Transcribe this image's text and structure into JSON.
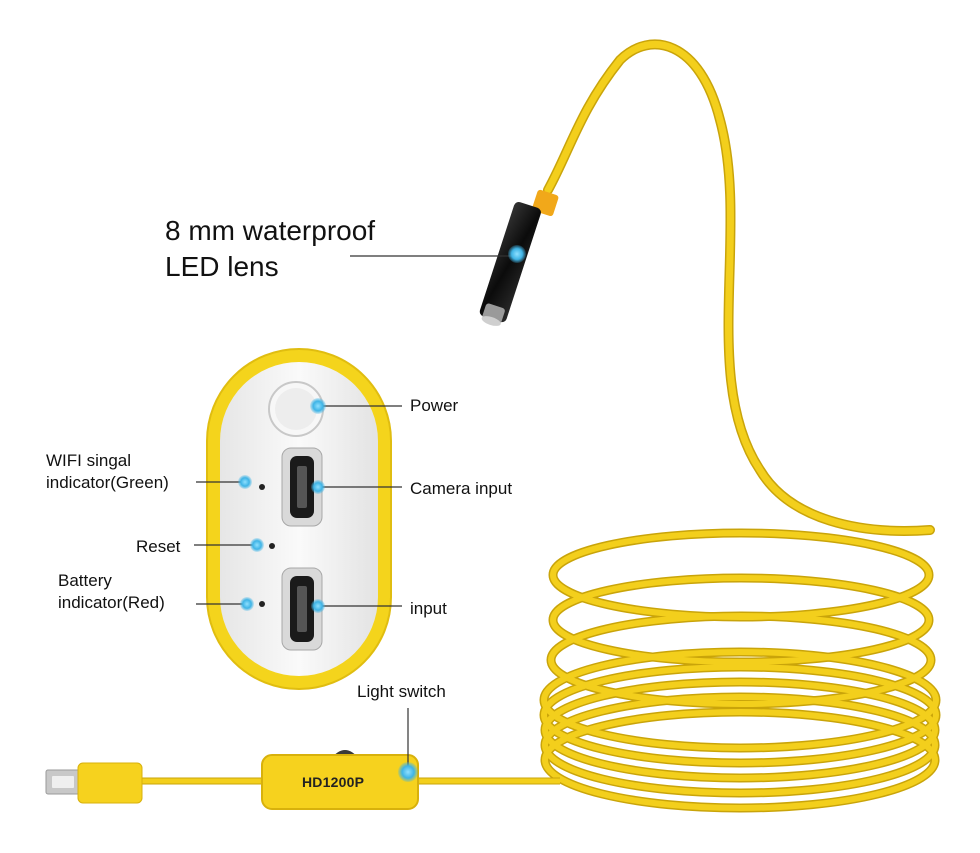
{
  "labels": {
    "lens_line1": "8 mm waterproof",
    "lens_line2": "LED lens",
    "power": "Power",
    "wifi_line1": "WIFI singal",
    "wifi_line2": "indicator(Green)",
    "camera_input": "Camera input",
    "reset": "Reset",
    "battery_line1": "Battery",
    "battery_line2": "indicator(Red)",
    "input": "input",
    "light_switch": "Light switch",
    "model_tag": "HD1200P"
  },
  "colors": {
    "cable_yellow": "#f3cf1c",
    "cable_shadow": "#c9a40a",
    "highlight_dot": "#3fb4e6",
    "device_face": "#f2f2f2",
    "lens_body": "#111111"
  },
  "icons": [
    "power-button-icon",
    "hdmi-port-icon",
    "micro-usb-plug-icon",
    "led-lens-icon"
  ]
}
